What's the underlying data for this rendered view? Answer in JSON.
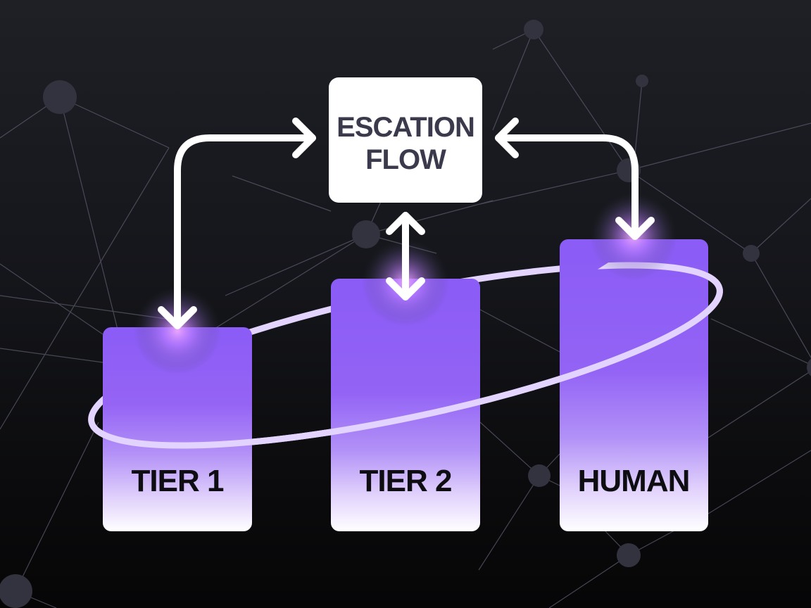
{
  "diagram": {
    "title_lines": [
      "ESCATION",
      "FLOW"
    ],
    "tiers": [
      {
        "id": "tier-1",
        "label": "TIER 1"
      },
      {
        "id": "tier-2",
        "label": "TIER 2"
      },
      {
        "id": "human",
        "label": "HUMAN"
      }
    ],
    "connections": [
      {
        "from": "TIER 1",
        "to": "ESCATION FLOW",
        "type": "bidirectional-elbow"
      },
      {
        "from": "TIER 2",
        "to": "ESCATION FLOW",
        "type": "bidirectional-vertical"
      },
      {
        "from": "HUMAN",
        "to": "ESCATION FLOW",
        "type": "bidirectional-elbow"
      }
    ],
    "colors": {
      "background_top": "#1e2026",
      "background_bottom": "#060607",
      "bar_top": "#8b5cf6",
      "bar_bottom": "#ffffff",
      "ring": "#e2d4ff",
      "glow": "#e9a6ff",
      "arrow": "#ffffff",
      "node": "#32333f",
      "title_box": "#ffffff",
      "title_text": "#3a3a4c"
    }
  }
}
